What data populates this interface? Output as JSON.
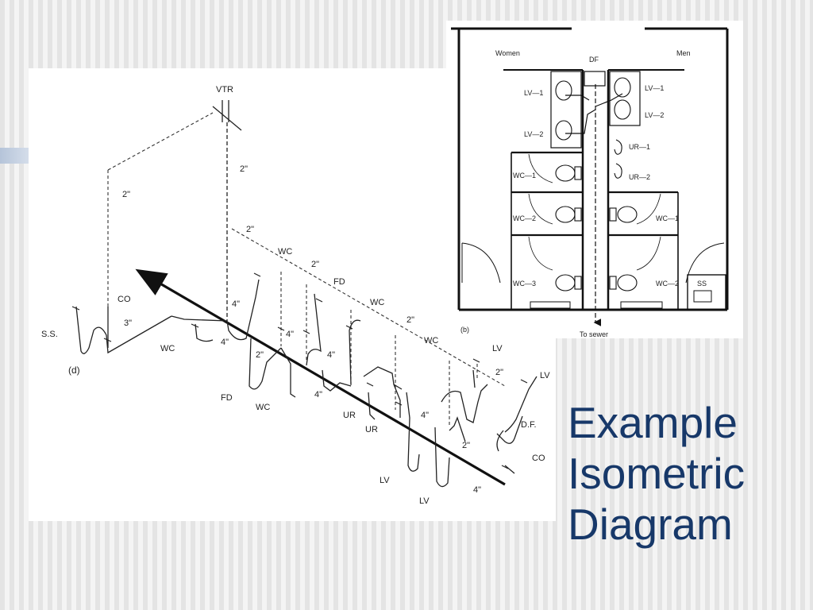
{
  "slide": {
    "title_lines": [
      "Example",
      "Isometric",
      "Diagram"
    ]
  },
  "isometric": {
    "view_label": "(d)",
    "labels": {
      "vtr": "VTR",
      "vent_2a": "2\"",
      "vent_2b": "2\"",
      "vent_2c": "2\"",
      "vent_2d": "2\"",
      "vent_2e": "2\"",
      "vent_2f": "2\"",
      "vent_2g": "2\"",
      "vent_2h": "2\"",
      "pipe_4a": "4\"",
      "pipe_4b": "4\"",
      "pipe_4c": "4\"",
      "pipe_4d": "4\"",
      "pipe_4e": "4\"",
      "pipe_4f": "4\"",
      "pipe_4g": "4\"",
      "pipe_3": "3\"",
      "ss": "S.S.",
      "co_left": "CO",
      "co_right": "CO",
      "wc_1": "WC",
      "wc_2": "WC",
      "wc_3": "WC",
      "wc_4": "WC",
      "wc_5": "WC",
      "fd_top": "FD",
      "fd_left": "FD",
      "ur_1": "UR",
      "ur_2": "UR",
      "lv_top": "LV",
      "lv_right": "LV",
      "lv_bottom_1": "LV",
      "lv_bottom_2": "LV",
      "df": "D.F."
    }
  },
  "plan": {
    "view_label": "(b)",
    "labels": {
      "women": "Women",
      "men": "Men",
      "df": "DF",
      "lv1_left": "LV—1",
      "lv2_left": "LV—2",
      "lv1_right": "LV—1",
      "lv2_right": "LV—2",
      "ur1": "UR—1",
      "ur2": "UR—2",
      "wc1_left": "WC—1",
      "wc2_left": "WC—2",
      "wc3_left": "WC—3",
      "wc1_right": "WC—1",
      "wc2_right": "WC—2",
      "ss": "SS",
      "sewer": "To sewer"
    }
  }
}
